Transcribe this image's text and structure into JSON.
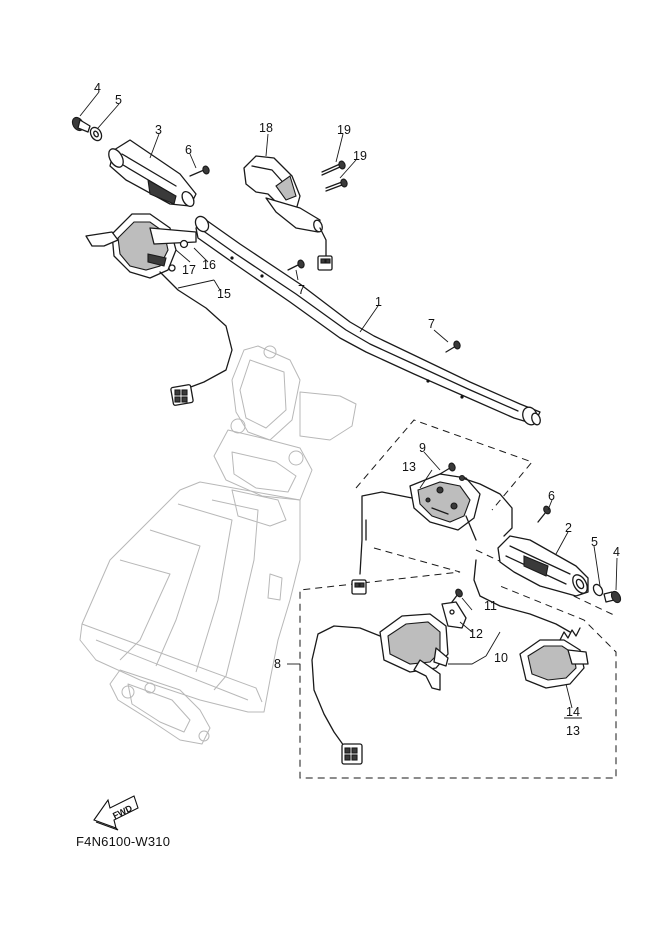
{
  "diagram_code": "F4N6100-W310",
  "fwd_label": "FWD",
  "callouts": {
    "c4a": "4",
    "c5a": "5",
    "c3": "3",
    "c6a": "6",
    "c18": "18",
    "c19a": "19",
    "c19b": "19",
    "c17": "17",
    "c16": "16",
    "c15": "15",
    "c7a": "7",
    "c1": "1",
    "c7b": "7",
    "c9": "9",
    "c13a": "13",
    "c6b": "6",
    "c2": "2",
    "c5b": "5",
    "c4b": "4",
    "c11": "11",
    "c12": "12",
    "c10": "10",
    "c8": "8",
    "c14": "14",
    "c13b": "13"
  }
}
